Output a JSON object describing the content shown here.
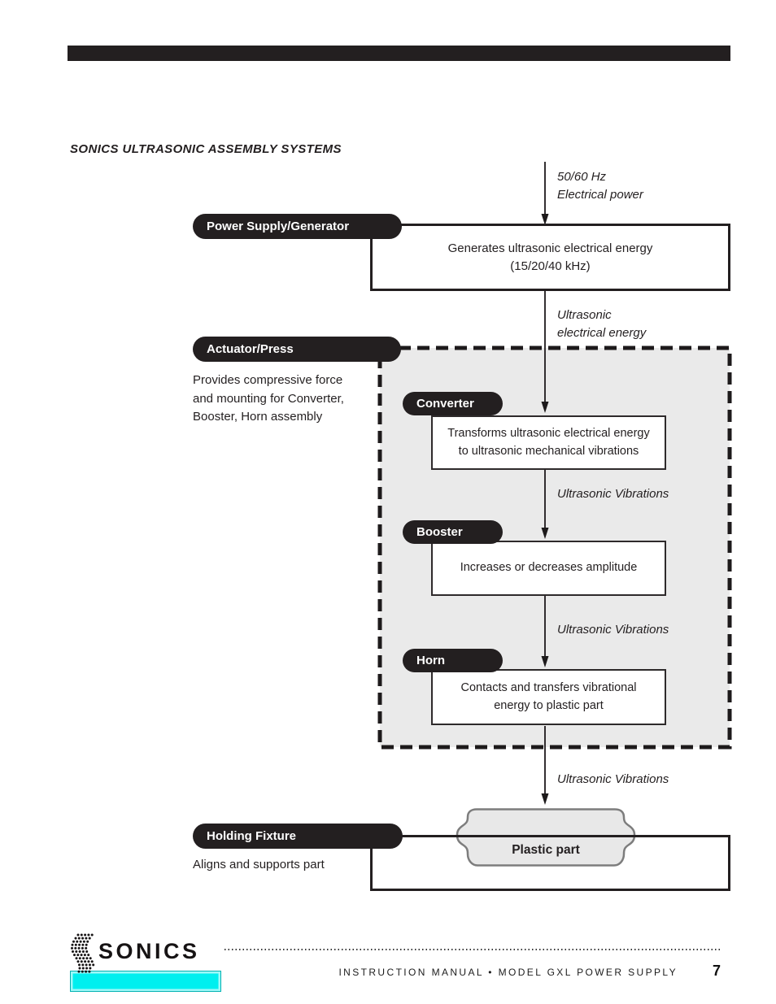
{
  "header": {
    "title": "SONICS ULTRASONIC ASSEMBLY SYSTEMS"
  },
  "diagram": {
    "input_label": {
      "line1": "50/60 Hz",
      "line2": "Electrical power"
    },
    "power_supply": {
      "pill": "Power Supply/Generator",
      "box_line1": "Generates ultrasonic electrical energy",
      "box_line2": "(15/20/40 kHz)"
    },
    "energy_label": {
      "line1": "Ultrasonic",
      "line2": "electrical energy"
    },
    "actuator": {
      "pill": "Actuator/Press",
      "desc_line1": "Provides compressive force",
      "desc_line2": "and mounting for Converter,",
      "desc_line3": "Booster, Horn assembly"
    },
    "converter": {
      "pill": "Converter",
      "box_line1": "Transforms ultrasonic electrical energy",
      "box_line2": "to ultrasonic mechanical vibrations"
    },
    "vibrations_label_1": "Ultrasonic Vibrations",
    "booster": {
      "pill": "Booster",
      "box_line1": "Increases or decreases amplitude"
    },
    "vibrations_label_2": "Ultrasonic Vibrations",
    "horn": {
      "pill": "Horn",
      "box_line1": "Contacts and transfers vibrational",
      "box_line2": "energy to plastic part"
    },
    "vibrations_label_3": "Ultrasonic Vibrations",
    "holding_fixture": {
      "pill": "Holding Fixture",
      "desc": "Aligns and supports part",
      "part_label": "Plastic part"
    }
  },
  "footer": {
    "logo_text": "SONICS",
    "manual_line": "INSTRUCTION MANUAL • MODEL GXL POWER SUPPLY",
    "page_number": "7"
  },
  "colors": {
    "ink": "#231f20",
    "panel_gray": "#eaeaea",
    "part_fill": "#e8e8e8",
    "part_stroke": "#7d7d7d",
    "accent_cyan": "#00efef"
  }
}
